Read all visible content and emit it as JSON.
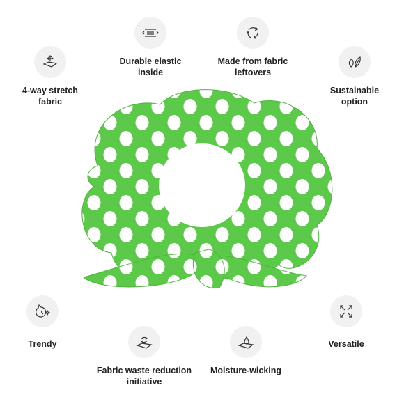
{
  "features": {
    "durable": {
      "label": "Durable elastic\ninside",
      "icon": "elastic-icon"
    },
    "leftovers": {
      "label": "Made from fabric\nleftovers",
      "icon": "recycle-icon"
    },
    "stretch": {
      "label": "4-way stretch\nfabric",
      "icon": "stretch-arrows-icon"
    },
    "sustain": {
      "label": "Sustainable\noption",
      "icon": "leaf-icon"
    },
    "trendy": {
      "label": "Trendy",
      "icon": "cat-sparkle-icon"
    },
    "versatile": {
      "label": "Versatile",
      "icon": "expand-arrows-icon"
    },
    "waste": {
      "label": "Fabric waste reduction\ninitiative",
      "icon": "fabric-recycle-icon"
    },
    "moisture": {
      "label": "Moisture-wicking",
      "icon": "water-drop-icon"
    }
  },
  "product": {
    "icon": "scrunchie-image",
    "colors": {
      "fabric": "#5cc94a",
      "dots": "#ffffff",
      "icon_bg": "#f1f1f1",
      "text": "#222222"
    }
  }
}
